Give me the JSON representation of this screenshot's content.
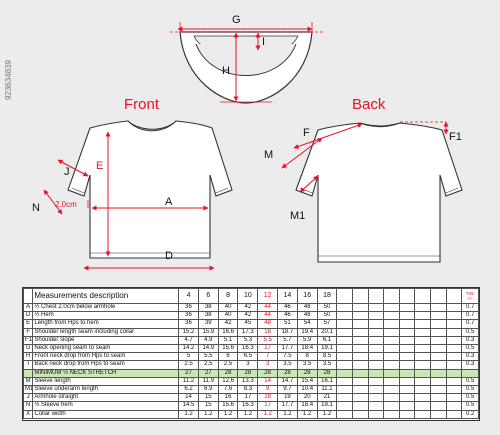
{
  "labels": {
    "front": "Front",
    "back": "Back",
    "g": "G",
    "i": "I",
    "h": "H",
    "e": "E",
    "j": "J",
    "n": "N",
    "a": "A",
    "d": "D",
    "f": "F",
    "f1": "F1",
    "m": "M",
    "m1": "M1",
    "two_cm": "2.0cm",
    "tol_header": "TOL +/-",
    "watermark": "923634839"
  },
  "table": {
    "title": "Measurements description",
    "sizes": [
      "4",
      "6",
      "8",
      "10",
      "12",
      "14",
      "16",
      "18"
    ],
    "rows": [
      {
        "code": "A",
        "desc": "½ Chest 2.0cm below armhole",
        "vals": [
          "36",
          "38",
          "40",
          "42",
          "44",
          "46",
          "48",
          "50"
        ],
        "tol": "0.7"
      },
      {
        "code": "D",
        "desc": "½ Hem",
        "vals": [
          "36",
          "38",
          "40",
          "42",
          "44",
          "46",
          "48",
          "50"
        ],
        "tol": "0.7"
      },
      {
        "code": "E",
        "desc": "Length from Hps to hem",
        "vals": [
          "36",
          "39",
          "42",
          "45",
          "48",
          "51",
          "54",
          "57"
        ],
        "tol": "0.7"
      },
      {
        "code": "F",
        "desc": "Shoulder length seam including collar",
        "vals": [
          "15.2",
          "15.9",
          "16.6",
          "17.3",
          "18",
          "18.7",
          "19.4",
          "20.1"
        ],
        "tol": "0.5"
      },
      {
        "code": "F1",
        "desc": "Shoulder slope",
        "vals": [
          "4.7",
          "4.9",
          "5.1",
          "5.3",
          "5.5",
          "5.7",
          "5.9",
          "6.1"
        ],
        "tol": "0.3"
      },
      {
        "code": "G",
        "desc": "Neck opening seam to seam",
        "vals": [
          "14.2",
          "14.9",
          "15.6",
          "16.3",
          "17",
          "17.7",
          "18.4",
          "19.1"
        ],
        "tol": "0.5"
      },
      {
        "code": "H",
        "desc": "Front neck drop from Hps to seam",
        "vals": [
          "5",
          "5.5",
          "6",
          "6.5",
          "7",
          "7.5",
          "8",
          "8.5"
        ],
        "tol": "0.3"
      },
      {
        "code": "I",
        "desc": "Back neck drop from      Hps to seam",
        "vals": [
          "2.5",
          "2.5",
          "2.5",
          "3",
          "3",
          "3.5",
          "3.5",
          "3.5"
        ],
        "tol": "0.3"
      },
      {
        "code": "",
        "desc": "MINIMUM ½ NECK STRETCH",
        "vals": [
          "27",
          "27",
          "28",
          "28",
          "28",
          "28",
          "28",
          "28"
        ],
        "tol": "",
        "minimum": true
      },
      {
        "code": "M",
        "desc": "Sleeve length",
        "vals": [
          "11.2",
          "11.9",
          "12.6",
          "13.3",
          "14",
          "14.7",
          "15.4",
          "16.1"
        ],
        "tol": "0.5"
      },
      {
        "code": "M1",
        "desc": "Sleeve underarm length",
        "vals": [
          "6.2",
          "6.9",
          "7.6",
          "8.3",
          "9",
          "9.7",
          "10.4",
          "11.1"
        ],
        "tol": "0.5"
      },
      {
        "code": "J",
        "desc": "Armhole straight",
        "vals": [
          "14",
          "15",
          "16",
          "17",
          "18",
          "19",
          "20",
          "21"
        ],
        "tol": "0.5"
      },
      {
        "code": "N",
        "desc": "½ Sleeve hem",
        "vals": [
          "14.5",
          "15",
          "15.6",
          "16.3",
          "17",
          "17.7",
          "18.4",
          "19.1"
        ],
        "tol": "0.5"
      },
      {
        "code": "X",
        "desc": "Collar width",
        "vals": [
          "1.2",
          "1.2",
          "1.2",
          "1.2",
          "1.2",
          "1.2",
          "1.2",
          "1.2"
        ],
        "tol": "0.2"
      }
    ]
  },
  "colors": {
    "accent": "#e8102a",
    "minimum_row": "#c9e6b4"
  }
}
